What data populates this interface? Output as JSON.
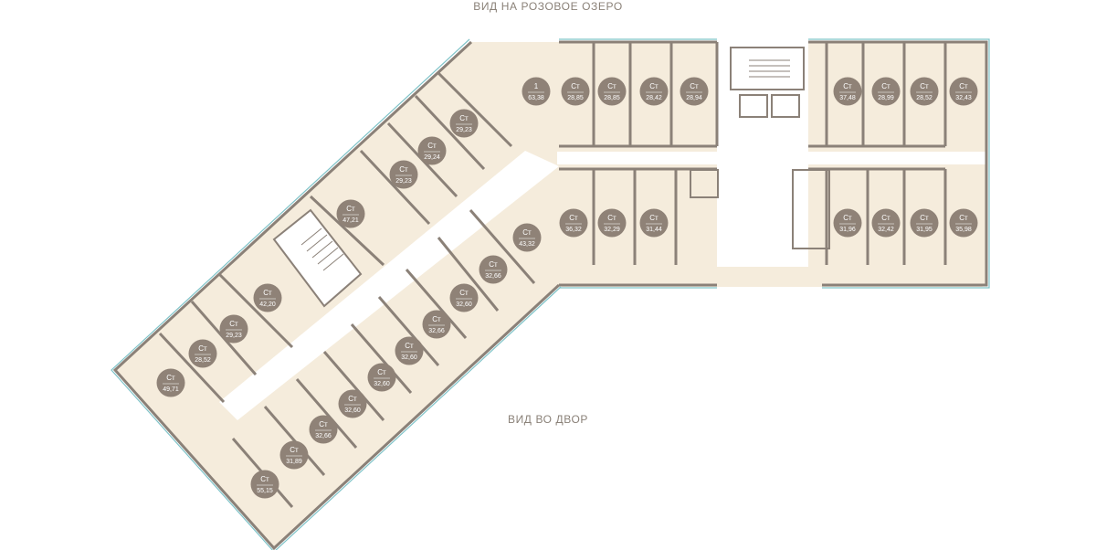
{
  "labels": {
    "lake_view": "ВИД  НА РОЗОВОЕ ОЗЕРО",
    "yard_view": "ВИД ВО ДВОР"
  },
  "colors": {
    "floor_fill": "#f5ecdc",
    "wall": "#8b8178",
    "badge": "#8f8277",
    "glass": "#7fc3c8"
  },
  "apartments": [
    {
      "type": "1",
      "area": "63,38"
    },
    {
      "type": "Ст",
      "area": "28,85"
    },
    {
      "type": "Ст",
      "area": "28,85"
    },
    {
      "type": "Ст",
      "area": "28,42"
    },
    {
      "type": "Ст",
      "area": "28,94"
    },
    {
      "type": "Ст",
      "area": "37,48"
    },
    {
      "type": "Ст",
      "area": "28,99"
    },
    {
      "type": "Ст",
      "area": "28,52"
    },
    {
      "type": "Ст",
      "area": "32,43"
    },
    {
      "type": "Ст",
      "area": "29,23"
    },
    {
      "type": "Ст",
      "area": "29,24"
    },
    {
      "type": "Ст",
      "area": "29,23"
    },
    {
      "type": "Ст",
      "area": "47,21"
    },
    {
      "type": "Ст",
      "area": "43,32"
    },
    {
      "type": "Ст",
      "area": "36,32"
    },
    {
      "type": "Ст",
      "area": "32,29"
    },
    {
      "type": "Ст",
      "area": "31,44"
    },
    {
      "type": "Ст",
      "area": "31,96"
    },
    {
      "type": "Ст",
      "area": "32,42"
    },
    {
      "type": "Ст",
      "area": "31,95"
    },
    {
      "type": "Ст",
      "area": "35,98"
    },
    {
      "type": "Ст",
      "area": "42,20"
    },
    {
      "type": "Ст",
      "area": "29,23"
    },
    {
      "type": "Ст",
      "area": "28,52"
    },
    {
      "type": "Ст",
      "area": "49,71"
    },
    {
      "type": "Ст",
      "area": "32,66"
    },
    {
      "type": "Ст",
      "area": "32,60"
    },
    {
      "type": "Ст",
      "area": "32,66"
    },
    {
      "type": "Ст",
      "area": "32,60"
    },
    {
      "type": "Ст",
      "area": "32,60"
    },
    {
      "type": "Ст",
      "area": "32,60"
    },
    {
      "type": "Ст",
      "area": "32,66"
    },
    {
      "type": "Ст",
      "area": "31,89"
    },
    {
      "type": "Ст",
      "area": "55,15"
    }
  ]
}
